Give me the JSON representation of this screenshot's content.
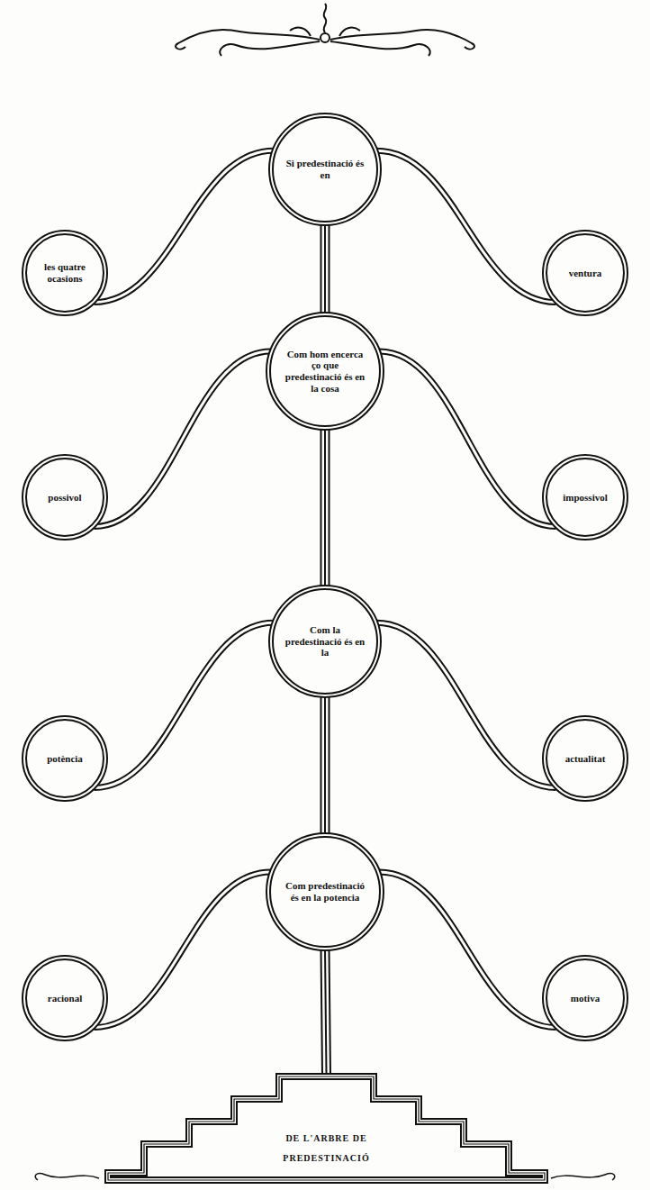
{
  "diagram": {
    "nodes": [
      {
        "text": [
          "Si predestinació és en"
        ]
      },
      {
        "text": [
          "les quatre ocasions"
        ]
      },
      {
        "text": [
          "ventura"
        ]
      },
      {
        "text": [
          "Com hom encerca ço que predestinació és en la cosa"
        ]
      },
      {
        "text": [
          "possivol"
        ]
      },
      {
        "text": [
          "impossivol"
        ]
      },
      {
        "text": [
          "Com la predestinació és en la"
        ]
      },
      {
        "text": [
          "potència"
        ]
      },
      {
        "text": [
          "actualitat"
        ]
      },
      {
        "text": [
          "Com predestinació és en la potencia"
        ]
      },
      {
        "text": [
          "racional"
        ]
      },
      {
        "text": [
          "motiva"
        ]
      },
      {
        "text": [
          "DE L'ARBRE DE PREDESTINACIÓ"
        ]
      }
    ],
    "edges": [
      {
        "from": 0,
        "to": 1,
        "arrow": "none"
      },
      {
        "from": 0,
        "to": 2,
        "arrow": "none"
      },
      {
        "from": 0,
        "to": 3,
        "arrow": "none"
      },
      {
        "from": 3,
        "to": 4,
        "arrow": "none"
      },
      {
        "from": 3,
        "to": 5,
        "arrow": "none"
      },
      {
        "from": 3,
        "to": 6,
        "arrow": "none"
      },
      {
        "from": 6,
        "to": 7,
        "arrow": "none"
      },
      {
        "from": 6,
        "to": 8,
        "arrow": "none"
      },
      {
        "from": 6,
        "to": 9,
        "arrow": "none"
      },
      {
        "from": 9,
        "to": 10,
        "arrow": "none"
      },
      {
        "from": 9,
        "to": 11,
        "arrow": "none"
      },
      {
        "from": 9,
        "to": 12,
        "arrow": "none"
      }
    ]
  }
}
